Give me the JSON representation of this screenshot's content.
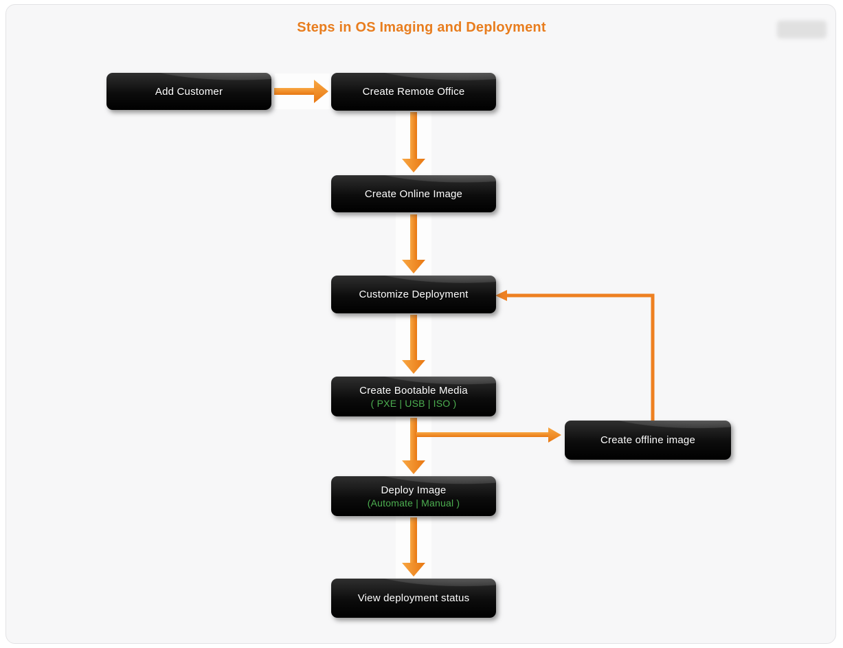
{
  "title": "Steps in OS Imaging and Deployment",
  "colors": {
    "title_orange": "#e87d1e",
    "arrow_orange": "#ee8021",
    "node_black": "#000000",
    "option_green": "#4caf50",
    "card_background": "#f7f7f8"
  },
  "flowchart": {
    "nodes": [
      {
        "id": "add-customer",
        "label": "Add Customer"
      },
      {
        "id": "create-remote-office",
        "label": "Create Remote Office"
      },
      {
        "id": "create-online-image",
        "label": "Create Online Image"
      },
      {
        "id": "customize-deployment",
        "label": "Customize Deployment"
      },
      {
        "id": "create-bootable-media",
        "label": "Create Bootable Media",
        "sublabel": "( PXE | USB | ISO )"
      },
      {
        "id": "create-offline-image",
        "label": "Create offline image"
      },
      {
        "id": "deploy-image",
        "label": "Deploy Image",
        "sublabel": "(Automate | Manual )"
      },
      {
        "id": "view-deployment-status",
        "label": "View deployment status"
      }
    ]
  }
}
